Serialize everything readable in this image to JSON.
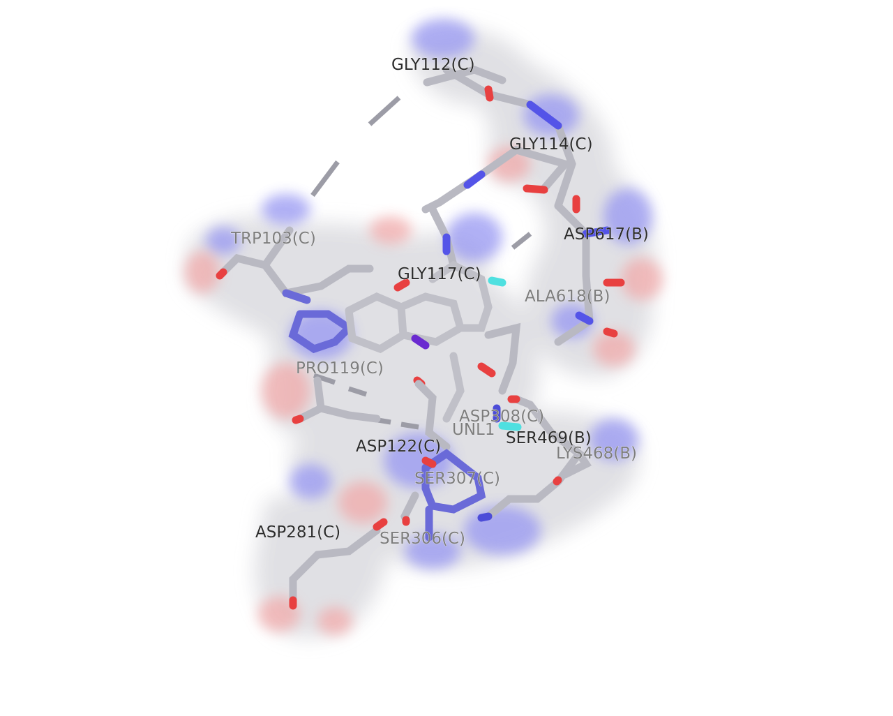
{
  "residues": [
    {
      "id": "gly112",
      "label": "GLY112(C)"
    },
    {
      "id": "gly114",
      "label": "GLY114(C)"
    },
    {
      "id": "asp617",
      "label": "ASP617(B)"
    },
    {
      "id": "trp103",
      "label": "TRP103(C)"
    },
    {
      "id": "gly117",
      "label": "GLY117(C)"
    },
    {
      "id": "ala618",
      "label": "ALA618(B)"
    },
    {
      "id": "pro119",
      "label": "PRO119(C)"
    },
    {
      "id": "asp308",
      "label": "ASP308(C)"
    },
    {
      "id": "unl1",
      "label": "UNL1"
    },
    {
      "id": "ser469",
      "label": "SER469(B)"
    },
    {
      "id": "asp122",
      "label": "ASP122(C)"
    },
    {
      "id": "lys468",
      "label": "LYS468(B)"
    },
    {
      "id": "ser307",
      "label": "SER307(C)"
    },
    {
      "id": "asp281",
      "label": "ASP281(C)"
    },
    {
      "id": "ser306",
      "label": "SER306(C)"
    }
  ],
  "colors": {
    "background": "#ffffff",
    "surface_carbon": "#e4e4e4",
    "surface_nitrogen": "#8c8cf0",
    "surface_oxygen": "#f09c9c",
    "stick_carbon": "#b8b8c0",
    "nitrogen": "#2a2ae0",
    "oxygen": "#e02020",
    "fluorine": "#4fe0e0",
    "label_text": "#2b2b2b"
  }
}
